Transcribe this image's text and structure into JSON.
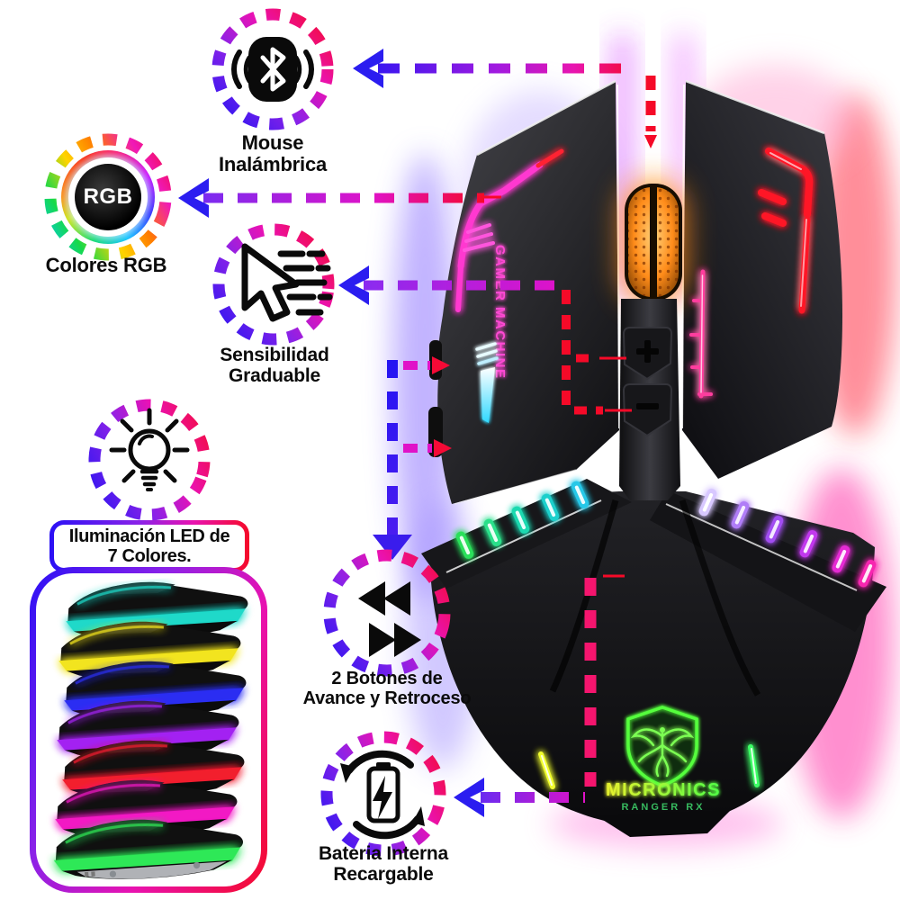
{
  "product": {
    "brand": "MICRONICS",
    "model": "RANGER RX",
    "side_text": "GAMER MACHINE",
    "brand_glow_color": "#54ff3e",
    "scroll_wheel_color": "#ff8c1a"
  },
  "callouts": {
    "wireless": {
      "icon": "bluetooth-icon",
      "line1": "Mouse",
      "line2": "Inalámbrica"
    },
    "rgb": {
      "icon": "rgb-wheel-icon",
      "badge": "RGB",
      "label": "Colores RGB"
    },
    "sensitivity": {
      "icon": "cursor-speed-icon",
      "line1": "Sensibilidad",
      "line2": "Graduable"
    },
    "led": {
      "icon": "light-bulb-icon",
      "line1": "Iluminación LED de",
      "line2": "7 Colores.",
      "mouse_colors": [
        "#1fd9c9",
        "#f2e41f",
        "#2b2df2",
        "#a321f2",
        "#f21f2d",
        "#f219c4",
        "#2ee857"
      ]
    },
    "nav_buttons": {
      "icon": "rewind-forward-icon",
      "line1": "2 Botones de",
      "line2": "Avance y Retroceso"
    },
    "battery": {
      "icon": "battery-recharge-icon",
      "line1": "Bateria Interna",
      "line2": "Recargable"
    }
  },
  "accent_colors": {
    "dash_blue": "#2b1df0",
    "dash_purple": "#8a22e8",
    "dash_magenta": "#ea12b4",
    "dash_red": "#f50a28",
    "dash_pink": "#f5156e"
  }
}
